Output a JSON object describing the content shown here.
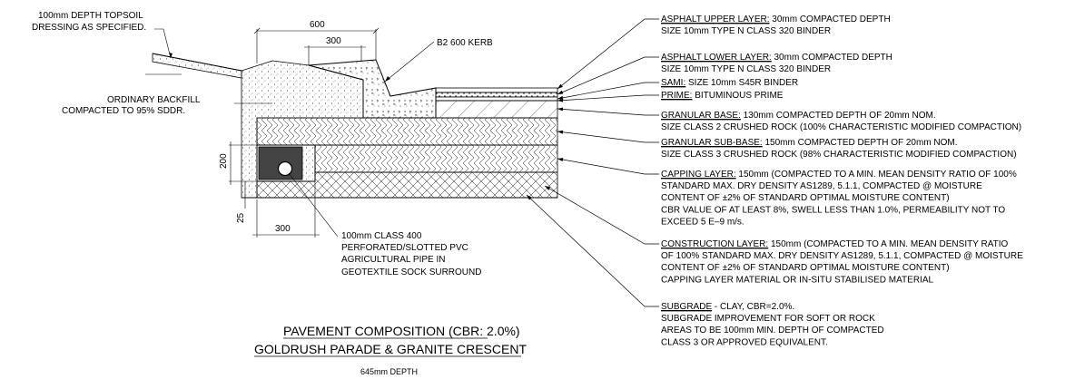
{
  "left_notes": {
    "topsoil": [
      "100mm DEPTH TOPSOIL",
      "DRESSING AS SPECIFIED."
    ],
    "backfill": [
      "ORDINARY BACKFILL",
      "COMPACTED TO 95% SDDR."
    ],
    "kerb": "B2 600 KERB",
    "pipe": [
      "100mm CLASS 400",
      "PERFORATED/SLOTTED  PVC",
      "AGRICULTURAL PIPE IN",
      "GEOTEXTILE SOCK SURROUND"
    ]
  },
  "dimensions": {
    "kerb_width": "600",
    "kerb_top": "300",
    "trench_depth": "200",
    "pipe_bed": "25",
    "trench_width": "300"
  },
  "layers": [
    {
      "title": "ASPHALT UPPER LAYER:",
      "title_rest": " 30mm COMPACTED DEPTH",
      "lines": [
        "SIZE 10mm TYPE N CLASS 320 BINDER"
      ]
    },
    {
      "title": "ASPHALT LOWER LAYER:",
      "title_rest": " 30mm COMPACTED DEPTH",
      "lines": [
        "SIZE 10mm TYPE N CLASS 320 BINDER"
      ]
    },
    {
      "title": "SAMI:",
      "title_rest": " SIZE 10mm S45R BINDER",
      "lines": []
    },
    {
      "title": "PRIME:",
      "title_rest": " BITUMINOUS PRIME",
      "lines": []
    },
    {
      "title": "GRANULAR BASE:",
      "title_rest": " 130mm COMPACTED DEPTH OF 20mm NOM.",
      "lines": [
        "SIZE CLASS 2 CRUSHED ROCK (100% CHARACTERISTIC MODIFIED COMPACTION)"
      ]
    },
    {
      "title": "GRANULAR SUB-BASE:",
      "title_rest": " 150mm COMPACTED DEPTH OF 20mm  NOM.",
      "lines": [
        "SIZE CLASS 3 CRUSHED ROCK (98% CHARACTERISTIC MODIFIED COMPACTION)"
      ]
    },
    {
      "title": "CAPPING LAYER:",
      "title_rest": " 150mm (COMPACTED TO A MIN. MEAN DENSITY RATIO OF 100%",
      "lines": [
        "STANDARD MAX. DRY DENSITY AS1289, 5.1.1, COMPACTED @ MOISTURE",
        "CONTENT OF  ±2% OF STANDARD OPTIMAL MOISTURE CONTENT)",
        "CBR VALUE OF AT LEAST 8%, SWELL LESS THAN 1.0%, PERMEABILITY NOT TO",
        "EXCEED 5 E–9 m/s."
      ]
    },
    {
      "title": "CONSTRUCTION LAYER:",
      "title_rest": " 150mm (COMPACTED TO A MIN. MEAN DENSITY RATIO",
      "lines": [
        "OF 100% STANDARD MAX. DRY DENSITY AS1289, 5.1.1, COMPACTED @ MOISTURE",
        "CONTENT OF  ±2% OF STANDARD OPTIMAL MOISTURE CONTENT)",
        "CAPPING LAYER MATERIAL OR IN-SITU STABILISED MATERIAL"
      ]
    },
    {
      "title": "SUBGRADE",
      "title_rest": " - CLAY, CBR=2.0%.",
      "lines": [
        "SUBGRADE IMPROVEMENT FOR SOFT OR ROCK",
        "AREAS TO BE 100mm MIN. DEPTH OF COMPACTED",
        "CLASS 3 OR APPROVED EQUIVALENT."
      ]
    }
  ],
  "title_block": {
    "line1": "PAVEMENT COMPOSITION (CBR: 2.0%)",
    "line2": "GOLDRUSH PARADE & GRANITE CRESCENT",
    "depth": "645mm DEPTH"
  }
}
